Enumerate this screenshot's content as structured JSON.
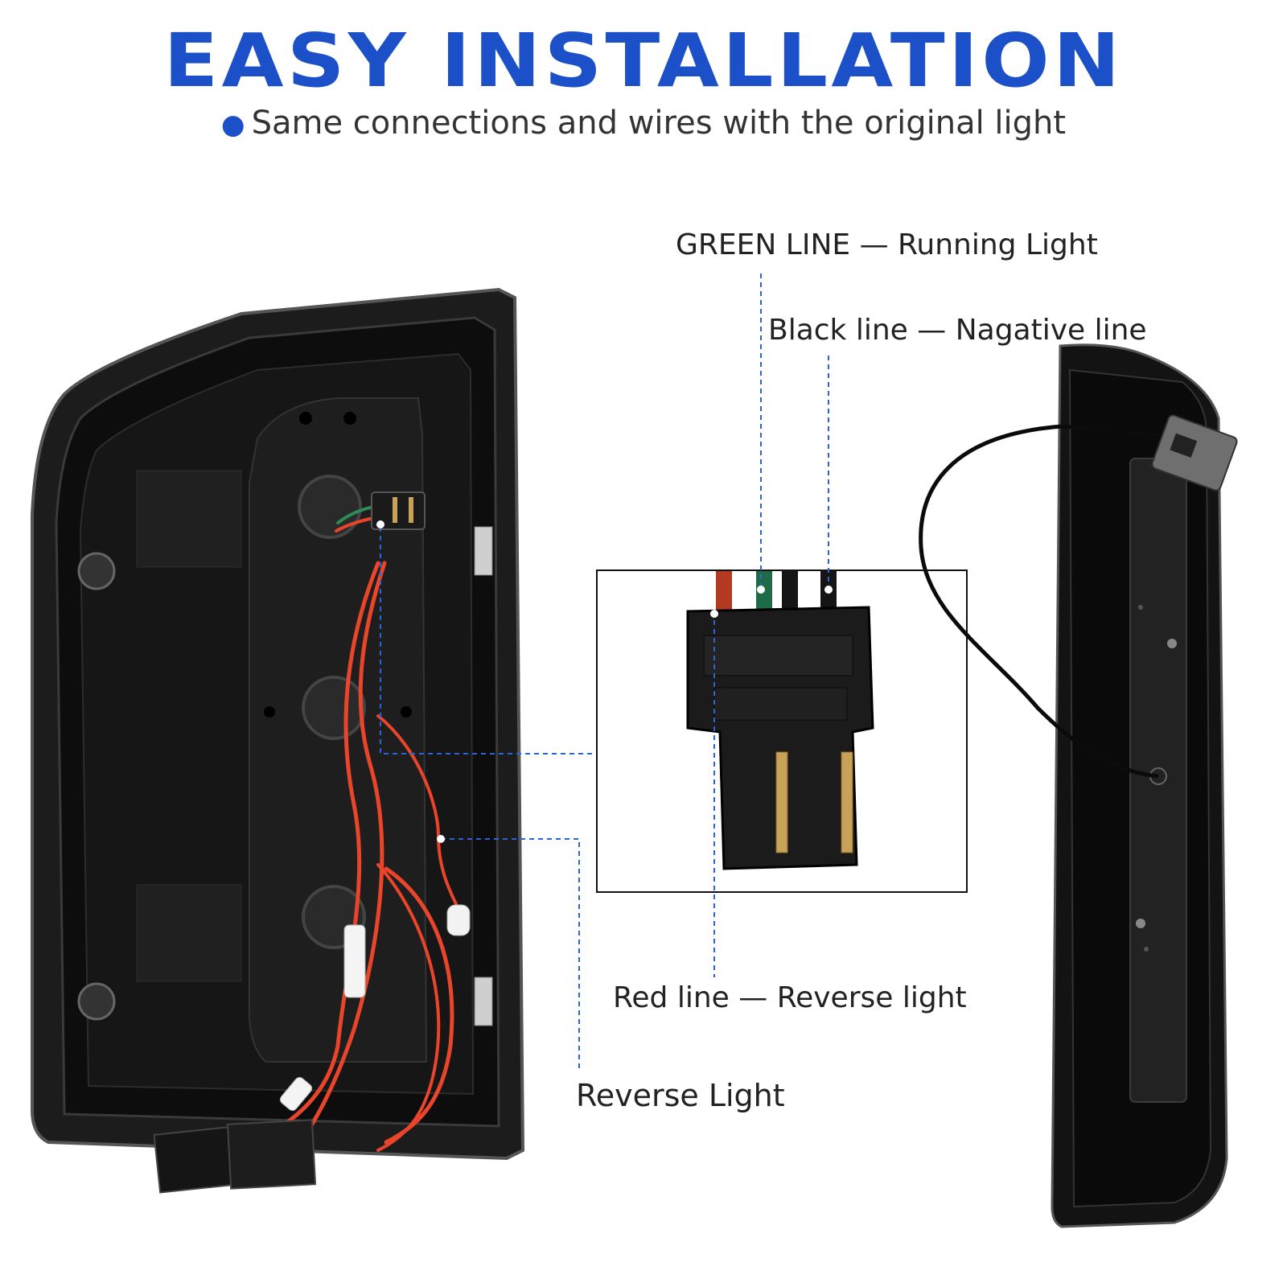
{
  "header": {
    "title": "EASY INSTALLATION",
    "subtitle": "Same connections and wires with the original light"
  },
  "callouts": {
    "green_line": "GREEN LINE — Running Light",
    "black_line": "Black line — Nagative line",
    "red_line": "Red line — Reverse light",
    "reverse_light": "Reverse Light"
  },
  "colors": {
    "accent": "#1b50c8",
    "callout_line": "#2a64d8",
    "wire_red": "#e8452a",
    "wire_green": "#2e8b57",
    "housing": "#111111"
  }
}
